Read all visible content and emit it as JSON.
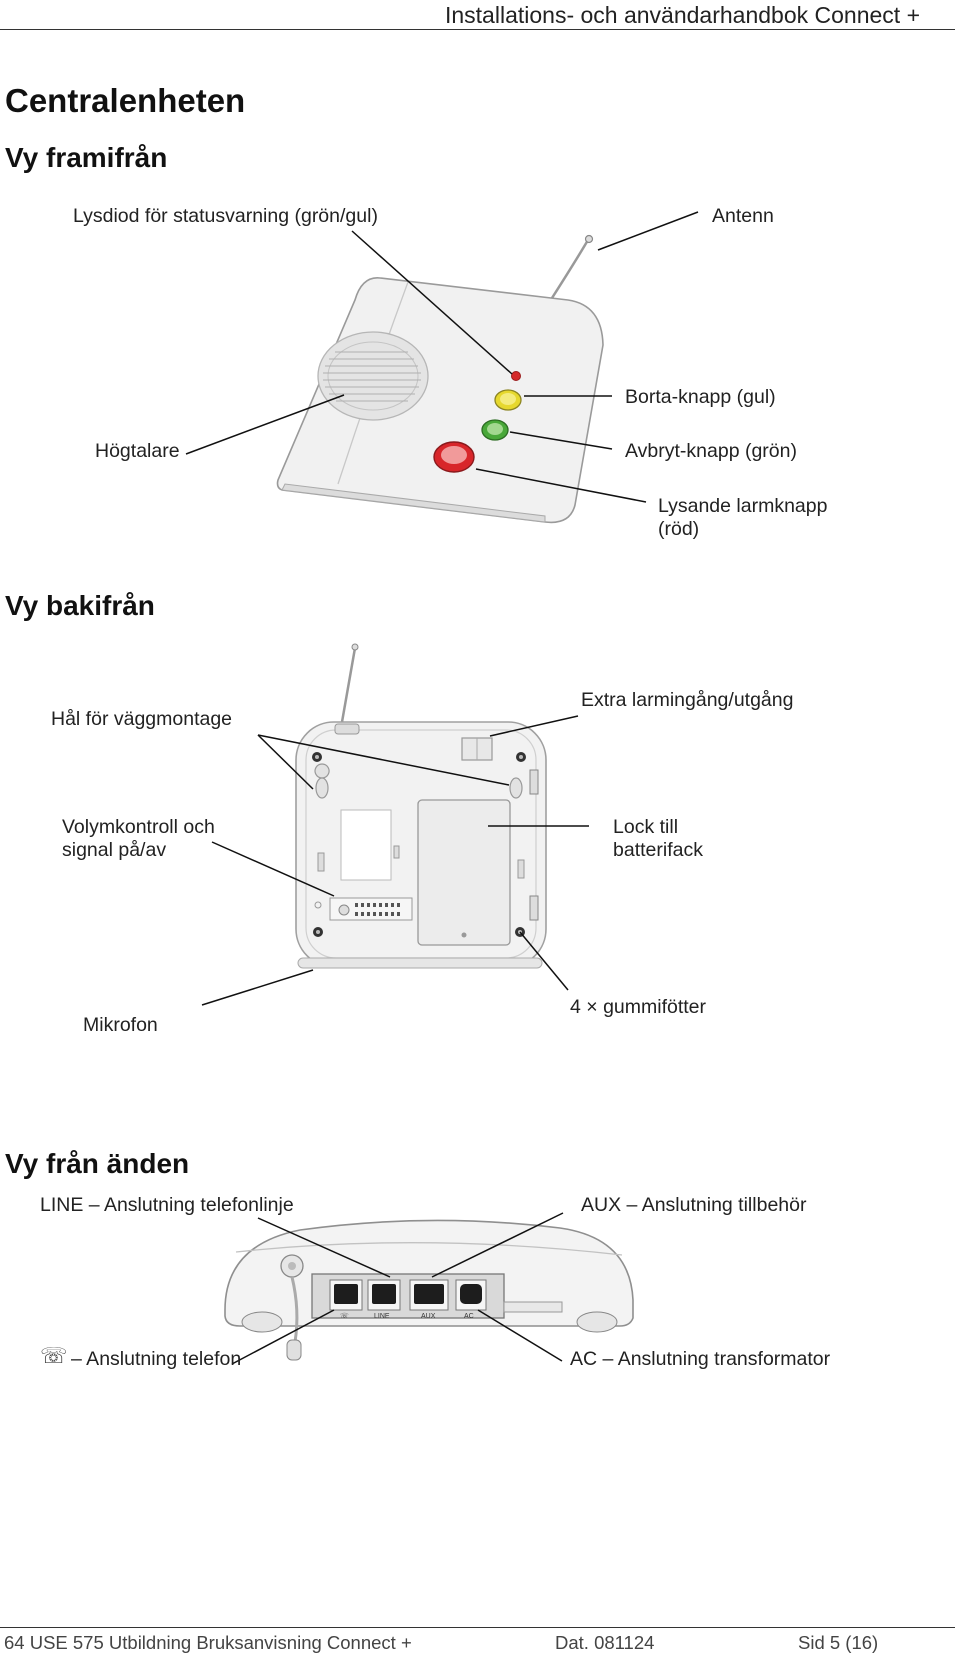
{
  "header": {
    "title": "Installations- och användarhandbok Connect +"
  },
  "page": {
    "title": "Centralenheten"
  },
  "sections": {
    "front": {
      "heading": "Vy framifrån",
      "labels": {
        "led": "Lysdiod för statusvarning (grön/gul)",
        "antenna": "Antenn",
        "away": "Borta-knapp (gul)",
        "speaker": "Högtalare",
        "cancel": "Avbryt-knapp (grön)",
        "alarm_line1": "Lysande larmknapp",
        "alarm_line2": "(röd)"
      }
    },
    "back": {
      "heading": "Vy bakifrån",
      "labels": {
        "wall_holes": "Hål för väggmontage",
        "extra_io": "Extra larmingång/utgång",
        "volume_line1": "Volymkontroll och",
        "volume_line2": "signal på/av",
        "battery_line1": "Lock till",
        "battery_line2": "batterifack",
        "microphone": "Mikrofon",
        "feet": "4 × gummifötter"
      }
    },
    "end": {
      "heading": "Vy från änden",
      "labels": {
        "line": "LINE – Anslutning telefonlinje",
        "aux": "AUX – Anslutning tillbehör",
        "phone": "– Anslutning telefon",
        "ac": "AC – Anslutning transformator"
      },
      "port_labels": [
        "LINE",
        "AUX",
        "AC"
      ]
    }
  },
  "footer": {
    "doc": "64 USE 575 Utbildning Bruksanvisning Connect +",
    "date": "Dat. 081124",
    "page": "Sid 5  (16)"
  },
  "colors": {
    "led_red": "#d42a2a",
    "button_yellow": "#e6d82e",
    "button_green": "#49a839",
    "button_red": "#d8262a"
  },
  "icons": {
    "phone": "telephone-icon"
  }
}
